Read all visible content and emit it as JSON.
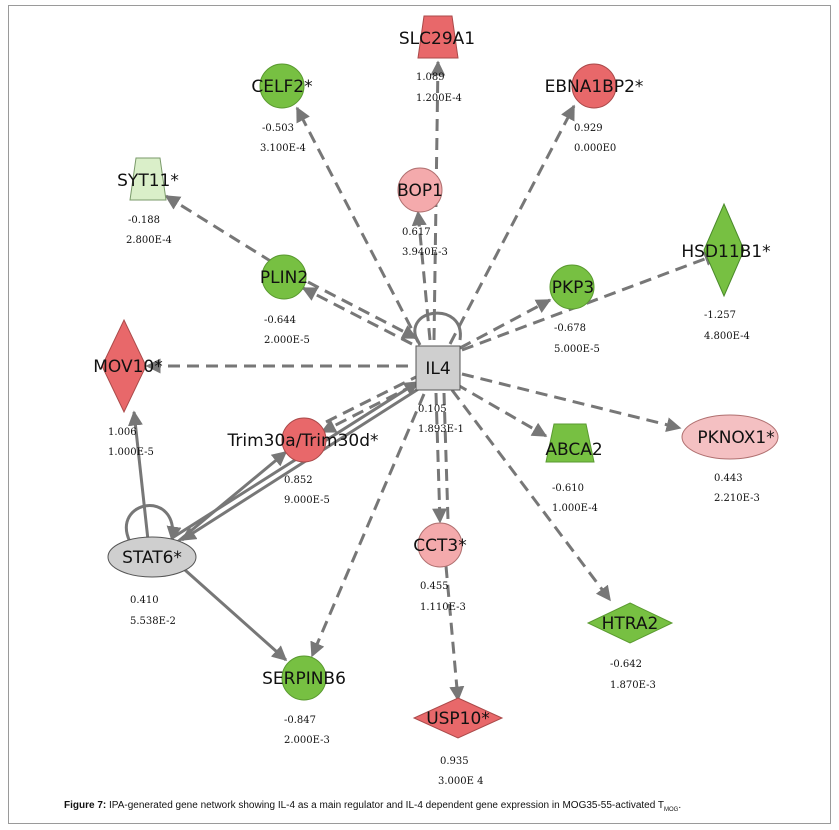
{
  "colors": {
    "red": "#e8686a",
    "pink": "#f4aaac",
    "green": "#77c042",
    "lightgreen": "#daefc9",
    "gray": "#cfcfcf",
    "edge": "#777777"
  },
  "nodes": {
    "il4": {
      "label": "IL4",
      "fc": "0.105",
      "p": "1.893E-1"
    },
    "slc29a1": {
      "label": "SLC29A1",
      "fc": "1.089",
      "p": "1.200E-4"
    },
    "celf2": {
      "label": "CELF2*",
      "fc": "-0.503",
      "p": "3.100E-4"
    },
    "ebna1bp2": {
      "label": "EBNA1BP2*",
      "fc": "0.929",
      "p": "0.000E0"
    },
    "syt11": {
      "label": "SYT11*",
      "fc": "-0.188",
      "p": "2.800E-4"
    },
    "bop1": {
      "label": "BOP1",
      "fc": "0.617",
      "p": "3.940E-3"
    },
    "hsd11b1": {
      "label": "HSD11B1*",
      "fc": "-1.257",
      "p": "4.800E-4"
    },
    "plin2": {
      "label": "PLIN2",
      "fc": "-0.644",
      "p": "2.000E-5"
    },
    "pkp3": {
      "label": "PKP3",
      "fc": "-0.678",
      "p": "5.000E-5"
    },
    "mov10": {
      "label": "MOV10*",
      "fc": "1.006",
      "p": "1.000E-5"
    },
    "trim30": {
      "label": "Trim30a/Trim30d*",
      "fc": "0.852",
      "p": "9.000E-5"
    },
    "abca2": {
      "label": "ABCA2",
      "fc": "-0.610",
      "p": "1.000E-4"
    },
    "pknox1": {
      "label": "PKNOX1*",
      "fc": "0.443",
      "p": "2.210E-3"
    },
    "stat6": {
      "label": "STAT6*",
      "fc": "0.410",
      "p": "5.538E-2"
    },
    "cct3": {
      "label": "CCT3*",
      "fc": "0.455",
      "p": "1.110E-3"
    },
    "htra2": {
      "label": "HTRA2",
      "fc": "-0.642",
      "p": "1.870E-3"
    },
    "serpinb6": {
      "label": "SERPINB6",
      "fc": "-0.847",
      "p": "2.000E-3"
    },
    "usp10": {
      "label": "USP10*",
      "fc": "0.935",
      "p": "3.000E 4"
    }
  },
  "caption": {
    "figure_label": "Figure 7:",
    "text": "IPA-generated gene network showing IL-4 as a main regulator and IL-4 dependent gene expression in MOG35-55-activated T",
    "subscript": "MOG",
    "suffix": "."
  }
}
